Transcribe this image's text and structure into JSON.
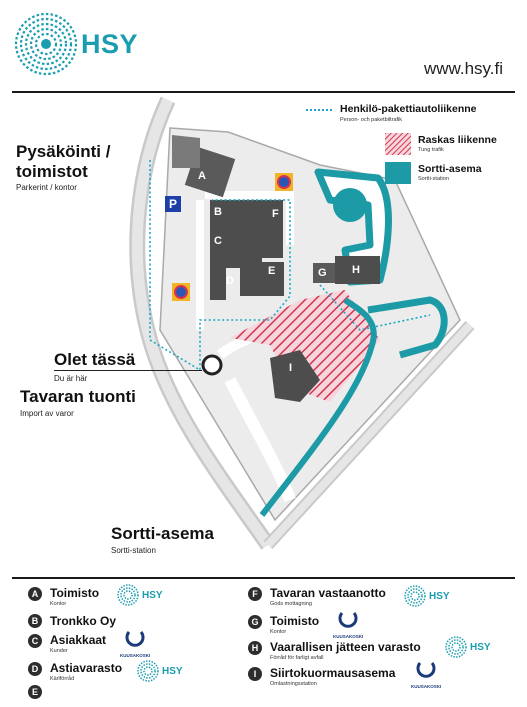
{
  "header": {
    "logo_text": "HSY",
    "url": "www.hsy.fi"
  },
  "map_legend": {
    "route": {
      "title": "Henkilö-pakettiautoliikenne",
      "sub": "Person- och paketbiltrafik",
      "color": "#1aa7c4"
    },
    "heavy": {
      "title": "Raskas liikenne",
      "sub": "Tung trafik",
      "color": "#d6334f"
    },
    "sortti": {
      "title": "Sortti-asema",
      "sub": "Sortti-station",
      "color": "#1c9aa5"
    }
  },
  "labels": {
    "parking": {
      "title_line1": "Pysäköinti /",
      "title_line2": "toimistot",
      "sub": "Parkerint / kontor"
    },
    "here": {
      "title": "Olet tässä",
      "sub": "Du är här"
    },
    "import": {
      "title": "Tavaran tuonti",
      "sub": "Import av varor"
    },
    "station": {
      "title": "Sortti-asema",
      "sub": "Sortti-station"
    }
  },
  "building_letters": {
    "A": "A",
    "B": "B",
    "C": "C",
    "D": "D",
    "E": "E",
    "F": "F",
    "G": "G",
    "H": "H",
    "I": "I"
  },
  "parking_sign": "P",
  "buildings": [
    {
      "letter": "A",
      "title": "Toimisto",
      "sub": "Kontor",
      "logo": "hsy"
    },
    {
      "letter": "B",
      "title": "Tronkko Oy",
      "sub": "",
      "logo": ""
    },
    {
      "letter": "C",
      "title": "Asiakkaat",
      "sub": "Kunder",
      "logo": "kuusakoski"
    },
    {
      "letter": "D",
      "title": "Astiavarasto",
      "sub": "Kärlförråd",
      "logo": "hsy"
    },
    {
      "letter": "E",
      "title": "",
      "sub": "",
      "logo": ""
    },
    {
      "letter": "F",
      "title": "Tavaran vastaanotto",
      "sub": "Gods mottagning",
      "logo": "hsy"
    },
    {
      "letter": "G",
      "title": "Toimisto",
      "sub": "Kontor",
      "logo": "kuusakoski"
    },
    {
      "letter": "H",
      "title": "Vaarallisen jätteen varasto",
      "sub": "Förråd för farligt avfall",
      "logo": "hsy"
    },
    {
      "letter": "I",
      "title": "Siirtokuormausasema",
      "sub": "Omlastningsstation",
      "logo": "kuusakoski"
    }
  ],
  "logo_labels": {
    "hsy": "HSY",
    "kuusakoski": "KUUSAKOSKI"
  }
}
